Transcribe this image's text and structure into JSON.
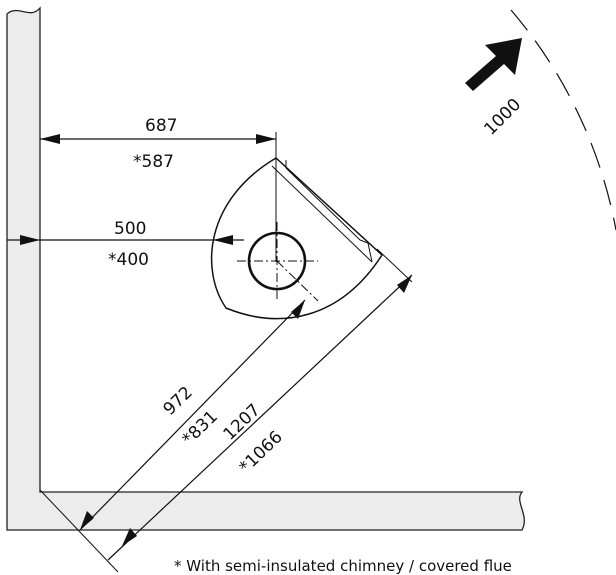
{
  "dimensions": {
    "width_to_stove_back": "687",
    "width_to_stove_back_alt": "*587",
    "wall_to_flue": "500",
    "wall_to_flue_alt": "*400",
    "corner_to_flue": "972",
    "corner_to_flue_alt": "*831",
    "corner_to_stove_front": "1207",
    "corner_to_stove_front_alt": "*1066",
    "front_clearance": "1000"
  },
  "note": "* With semi-insulated chimney / covered flue",
  "colors": {
    "lines": "#111111",
    "wall_fill": "#ececec"
  }
}
